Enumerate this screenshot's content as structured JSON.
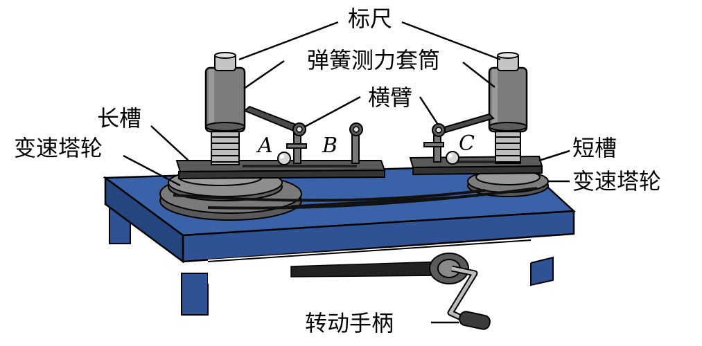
{
  "labels": {
    "ruler": "标尺",
    "spring_sleeve": "弹簧测力套筒",
    "crossbar": "横臂",
    "long_slot": "长槽",
    "pulley_left": "变速塔轮",
    "short_slot": "短槽",
    "pulley_right": "变速塔轮",
    "handle": "转动手柄",
    "point_a": "A",
    "point_b": "B",
    "point_c": "C"
  },
  "colors": {
    "base_blue": "#3a62a8",
    "base_dark": "#23406f",
    "metal_gray": "#8a8a8a",
    "dark_gray": "#4a4a4a",
    "light_gray": "#c9c9c9"
  }
}
